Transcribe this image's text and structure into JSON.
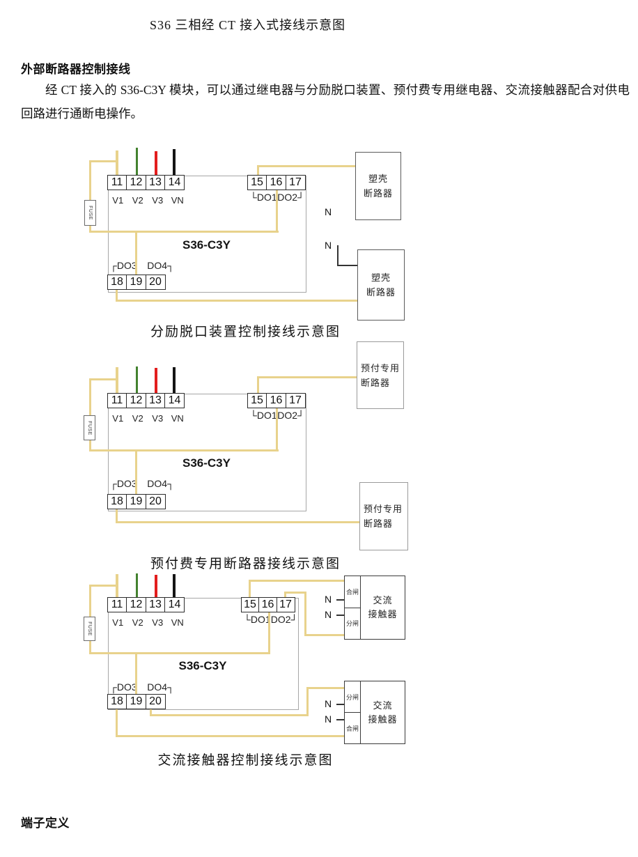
{
  "page": {
    "title": "S36 三相经 CT 接入式接线示意图",
    "section_heading": "外部断路器控制接线",
    "paragraph": "经 CT 接入的 S36-C3Y 模块，可以通过继电器与分励脱口装置、预付费专用继电器、交流接触器配合对供电回路进行通断电操作。",
    "footer_heading": "端子定义"
  },
  "module": {
    "name": "S36-C3Y",
    "fuse_label": "FUSE",
    "terminals_top": [
      "11",
      "12",
      "13",
      "14"
    ],
    "voltage_labels": [
      "V1",
      "V2",
      "V3",
      "VN"
    ],
    "terminals_right": [
      "15",
      "16",
      "17"
    ],
    "do_top_left": "└DO1",
    "do_top_right": "DO2┘",
    "do_bottom_left": "┌DO3",
    "do_bottom_right": "DO4┐",
    "terminals_bottom": [
      "18",
      "19",
      "20"
    ]
  },
  "diagram1": {
    "caption": "分励脱口装置控制接线示意图",
    "neutral1": "N",
    "neutral2": "N",
    "box1_line1": "塑壳",
    "box1_line2": "断路器",
    "box2_line1": "塑壳",
    "box2_line2": "断路器"
  },
  "diagram2": {
    "caption": "预付费专用断路器接线示意图",
    "box1_line1": "预付专用",
    "box1_line2": "断路器",
    "box2_line1": "预付专用",
    "box2_line2": "断路器"
  },
  "diagram3": {
    "caption": "交流接触器控制接线示意图",
    "neutral1": "N",
    "neutral2": "N",
    "neutral3": "N",
    "neutral4": "N",
    "box1_cell_top": "合闸",
    "box1_cell_bottom": "分闸",
    "box1_line1": "交流",
    "box1_line2": "接触器",
    "box2_cell_top": "分闸",
    "box2_cell_bottom": "合闸",
    "box2_line1": "交流",
    "box2_line2": "接触器"
  },
  "colors": {
    "wire_yellow": "#e8d28c",
    "wire_green": "#43822f",
    "wire_red": "#e21d1d",
    "wire_black": "#151515"
  }
}
